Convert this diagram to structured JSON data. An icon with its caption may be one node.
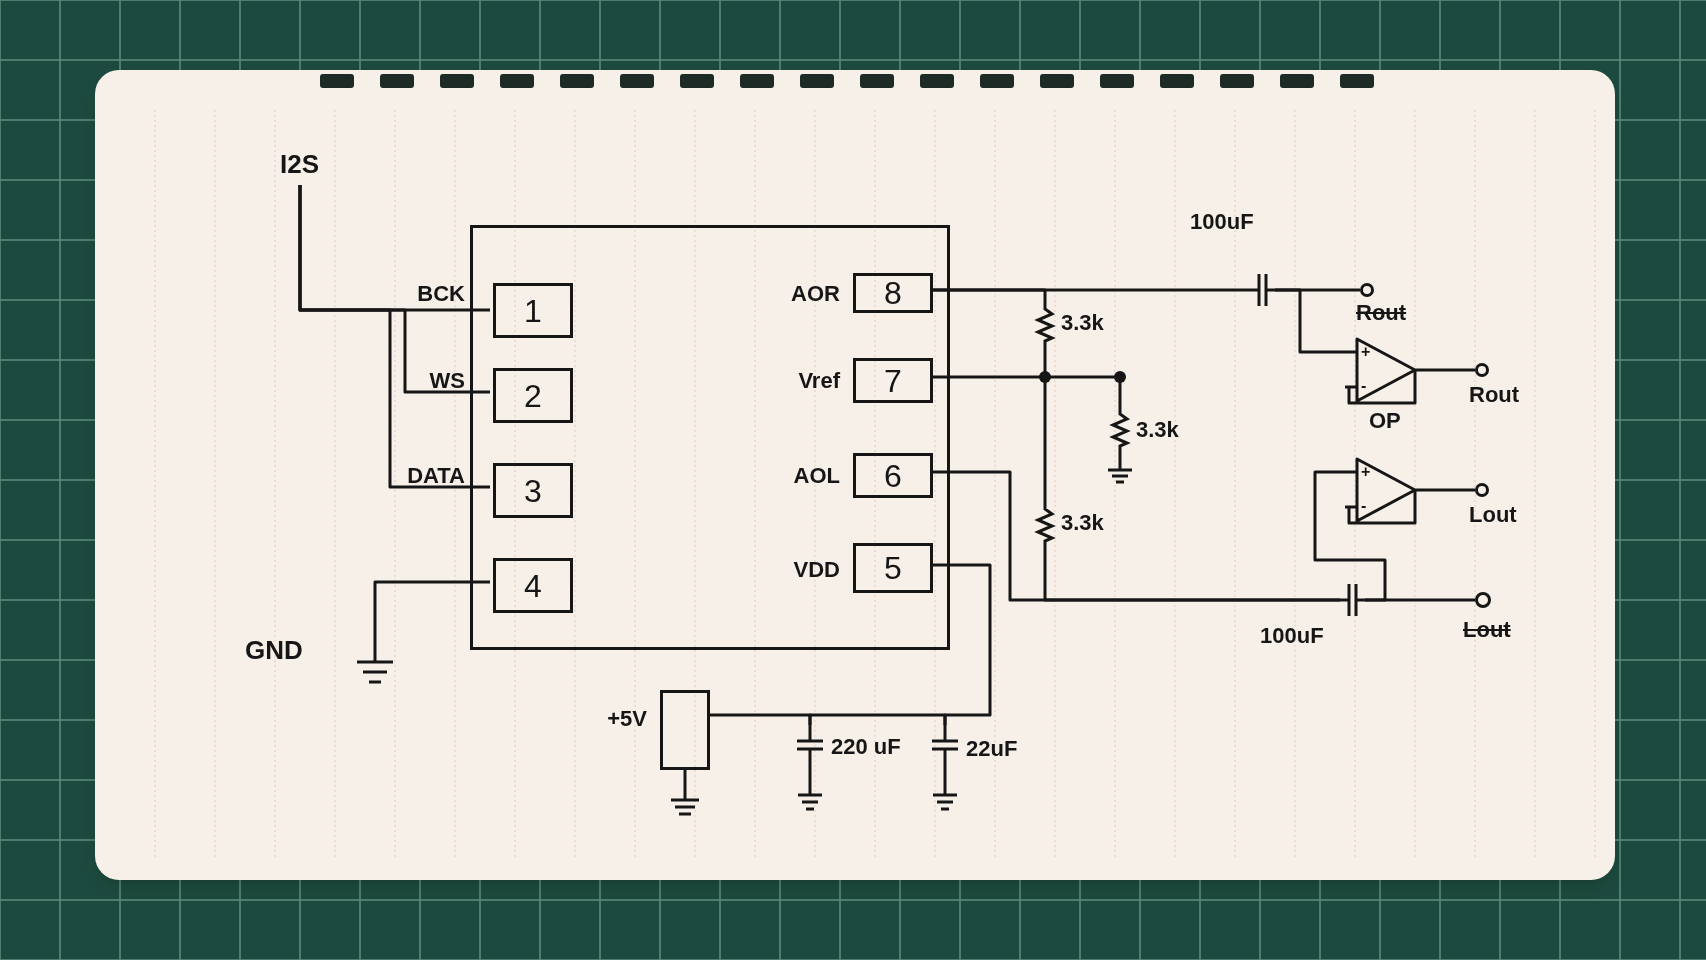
{
  "diagram": {
    "nodes": [
      {
        "text": [],
        "shape": "box"
      },
      {
        "text": [
          "1"
        ],
        "in": 0,
        "beside": [
          "BCK"
        ]
      },
      {
        "text": [
          "2"
        ],
        "in": 0,
        "beside": [
          "WS"
        ]
      },
      {
        "text": [
          "3"
        ],
        "in": 0,
        "beside": [
          "DATA"
        ]
      },
      {
        "text": [
          "4"
        ],
        "in": 0
      },
      {
        "text": [
          "8"
        ],
        "in": 0,
        "beside": [
          "AOR"
        ]
      },
      {
        "text": [
          "7"
        ],
        "in": 0,
        "beside": [
          "Vref"
        ]
      },
      {
        "text": [
          "6"
        ],
        "in": 0,
        "beside": [
          "AOL"
        ]
      },
      {
        "text": [
          "5"
        ],
        "in": 0,
        "beside": [
          "VDD"
        ]
      },
      {
        "text": [
          "I2S"
        ]
      },
      {
        "text": [
          "GND"
        ]
      },
      {
        "text": [],
        "shape": "box",
        "beside": [
          "+5V"
        ]
      },
      {
        "text": [],
        "shape": "resistor",
        "beside": [
          "3.3k"
        ]
      },
      {
        "text": [],
        "shape": "resistor",
        "beside": [
          "3.3k"
        ]
      },
      {
        "text": [],
        "shape": "resistor",
        "beside": [
          "3.3k"
        ]
      },
      {
        "text": [],
        "shape": "capacitor",
        "beside": [
          "100uF"
        ]
      },
      {
        "text": [],
        "shape": "capacitor",
        "beside": [
          "100uF"
        ]
      },
      {
        "text": [],
        "shape": "circle",
        "beside": [
          "Rout"
        ]
      },
      {
        "text": [
          "+",
          "-"
        ],
        "beside": [
          "OP"
        ]
      },
      {
        "text": [],
        "shape": "circle",
        "beside": [
          "Rout"
        ]
      },
      {
        "text": [
          "+",
          "-"
        ]
      },
      {
        "text": [],
        "shape": "circle",
        "beside": [
          "Lout"
        ]
      },
      {
        "text": [],
        "shape": "circle",
        "beside": [
          "Lout"
        ]
      },
      {
        "text": [],
        "shape": "capacitor",
        "beside": [
          "220 uF"
        ]
      },
      {
        "text": [],
        "shape": "capacitor",
        "beside": [
          "22uF"
        ]
      }
    ],
    "edges": [
      {
        "from": 9,
        "to": 1,
        "arrow": "none"
      },
      {
        "from": 9,
        "to": 2,
        "arrow": "none"
      },
      {
        "from": 9,
        "to": 3,
        "arrow": "none"
      },
      {
        "from": 4,
        "to": 10,
        "arrow": "none"
      },
      {
        "from": 5,
        "to": 12,
        "arrow": "none"
      },
      {
        "from": 5,
        "to": 15,
        "arrow": "none"
      },
      {
        "from": 12,
        "to": 14,
        "arrow": "none"
      },
      {
        "from": 6,
        "to": 13,
        "arrow": "none"
      },
      {
        "from": 7,
        "to": 16,
        "arrow": "none"
      },
      {
        "from": 14,
        "to": 16,
        "arrow": "none"
      },
      {
        "from": 15,
        "to": 17,
        "arrow": "none"
      },
      {
        "from": 15,
        "to": 18,
        "arrow": "none"
      },
      {
        "from": 18,
        "to": 19,
        "arrow": "none"
      },
      {
        "from": 16,
        "to": 22,
        "arrow": "none"
      },
      {
        "from": 16,
        "to": 20,
        "arrow": "none"
      },
      {
        "from": 20,
        "to": 21,
        "arrow": "none"
      },
      {
        "from": 8,
        "to": 24,
        "arrow": "none"
      },
      {
        "from": 24,
        "to": 23,
        "arrow": "none"
      },
      {
        "from": 23,
        "to": 11,
        "arrow": "none"
      }
    ]
  }
}
